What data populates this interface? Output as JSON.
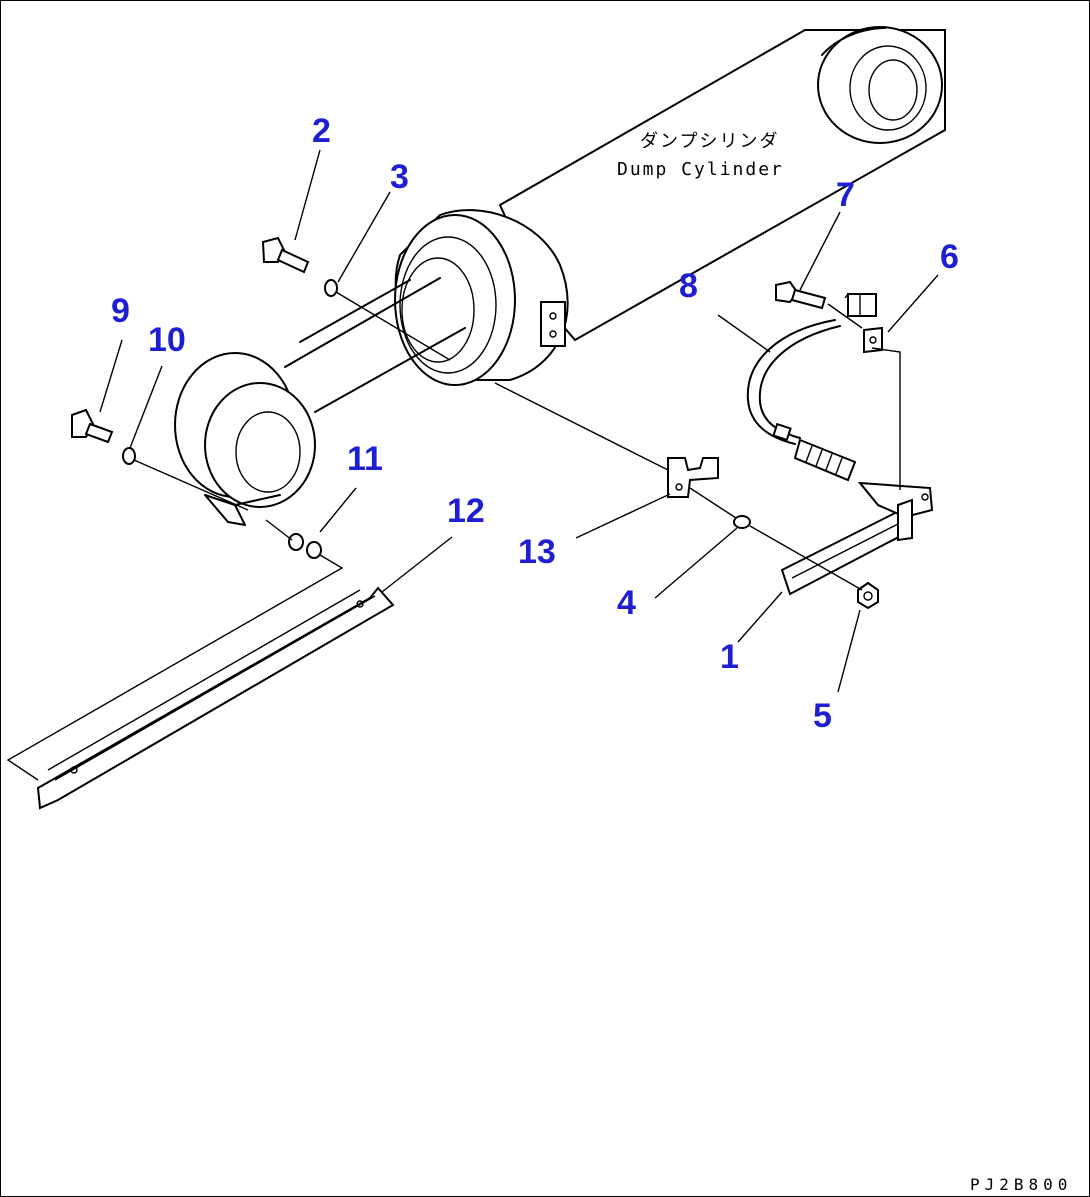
{
  "figure": {
    "component_label_jp": "ダンプシリンダ",
    "component_label_en": "Dump Cylinder",
    "drawing_code": "PJ2B800"
  },
  "callouts": [
    "1",
    "2",
    "3",
    "4",
    "5",
    "6",
    "7",
    "8",
    "9",
    "10",
    "11",
    "12",
    "13"
  ],
  "colors": {
    "callout": "#1e1ed2",
    "line": "#000000",
    "background": "#ffffff"
  }
}
